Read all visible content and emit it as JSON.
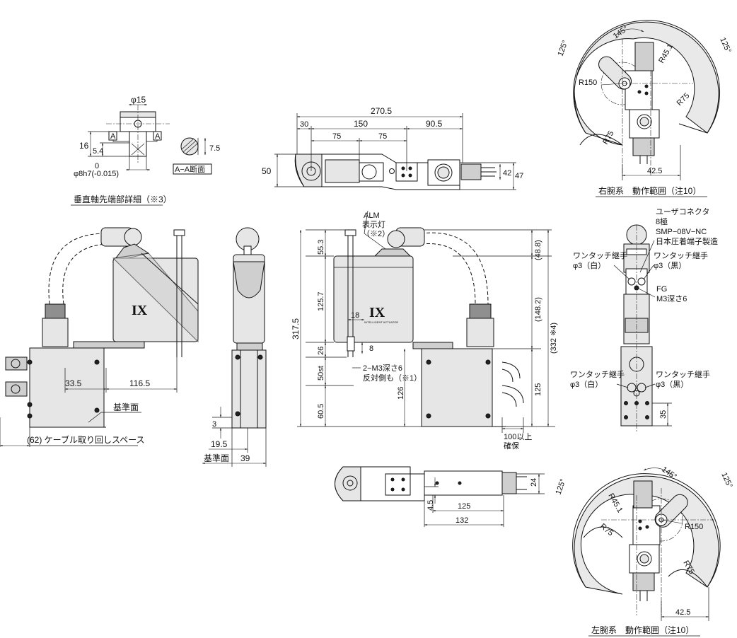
{
  "detail": {
    "dia_top": "φ15",
    "dim_16": "16",
    "dim_5_4": "5.4",
    "section_mark": "A",
    "tolerance_zero": "0",
    "shaft_fit": "φ8h7(-0.015)",
    "dim_7_5": "7.5",
    "section_label": "A−A断面",
    "caption": "垂直軸先端部詳細（※3）"
  },
  "top_view": {
    "total": "270.5",
    "d30": "30",
    "d150": "150",
    "d90_5": "90.5",
    "d75a": "75",
    "d75b": "75",
    "h50": "50",
    "h42": "42",
    "h47": "47"
  },
  "side_view": {
    "d33_5": "33.5",
    "d116_5": "116.5",
    "ref_face": "基準面",
    "cable_space": "(62) ケーブル取り回しスペース"
  },
  "end_view": {
    "d3": "3",
    "d19_5": "19.5",
    "d39": "39",
    "ref_face": "基準面"
  },
  "front_view": {
    "alm_lamp": "ALM\n表示灯\n（※2）",
    "d55_3": "55.3",
    "d125_7": "125.7",
    "d317_5": "317.5",
    "d26": "26",
    "d50st": "50st",
    "d60_5": "60.5",
    "d18": "18",
    "d8": "8",
    "tap_note_1": "2−M3深さ6",
    "tap_note_2": "反対側も（※1）",
    "d126": "126",
    "d48_8": "(48.8)",
    "d148_2": "(148.2)",
    "d332": "(332 ※4)",
    "d125": "125",
    "d100_1": "100以上",
    "d100_2": "確保"
  },
  "bottom_view": {
    "d24": "24",
    "d4_5": "4.5",
    "d125": "125",
    "d132": "132"
  },
  "rear_view": {
    "connector_1": "ユーザコネクタ",
    "connector_2": "8極",
    "connector_3": "SMP−08V−NC",
    "connector_4": "日本圧着端子製造",
    "joint_white_1": "ワンタッチ継手",
    "joint_white_2": "φ3（白）",
    "joint_black_1": "ワンタッチ継手",
    "joint_black_2": "φ3（黒）",
    "fg_1": "FG",
    "fg_2": "M3深さ6",
    "joint_white_3": "ワンタッチ継手",
    "joint_white_4": "φ3（白）",
    "joint_black_3": "ワンタッチ継手",
    "joint_black_4": "φ3（黒）",
    "d35": "35"
  },
  "right_arm": {
    "deg_left": "125°",
    "deg_145": "145°",
    "deg_right": "125°",
    "r45_1": "R45.1",
    "r150": "R150",
    "r75a": "R75",
    "r75b": "R75",
    "d42_5": "42.5",
    "caption": "右腕系　動作範囲（注10）"
  },
  "left_arm": {
    "deg_left": "125°",
    "deg_145": "145°",
    "deg_right": "125°",
    "r45_1": "R45.1",
    "r150": "R150",
    "r75a": "R75",
    "r75b": "R75",
    "d42_5": "42.5",
    "caption": "左腕系　動作範囲（注10）"
  },
  "logo": {
    "mark": "IX",
    "sub": "INTELLIGENT ACTUATOR"
  }
}
